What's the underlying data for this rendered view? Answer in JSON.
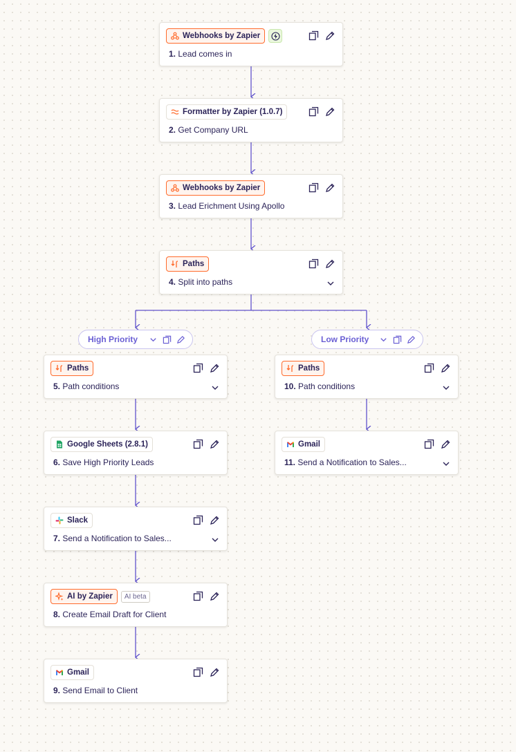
{
  "colors": {
    "connector": "#5f52cc",
    "orange_accent": "#ff6a2b",
    "path_label_text": "#6a5fd4",
    "node_text": "#2b2358"
  },
  "steps": [
    {
      "app": "Webhooks by Zapier",
      "icon": "webhook-icon",
      "num": "1.",
      "title": "Lead comes in",
      "trigger": true
    },
    {
      "app": "Formatter by Zapier (1.0.7)",
      "icon": "formatter-icon",
      "num": "2.",
      "title": "Get Company URL"
    },
    {
      "app": "Webhooks by Zapier",
      "icon": "webhook-icon",
      "num": "3.",
      "title": "Lead Erichment Using Apollo"
    },
    {
      "app": "Paths",
      "icon": "paths-icon",
      "num": "4.",
      "title": "Split into paths",
      "expandable": true
    },
    {
      "app": "Paths",
      "icon": "paths-icon",
      "num": "5.",
      "title": "Path conditions",
      "expandable": true
    },
    {
      "app": "Google Sheets (2.8.1)",
      "icon": "google-sheets-icon",
      "num": "6.",
      "title": "Save High Priority Leads"
    },
    {
      "app": "Slack",
      "icon": "slack-icon",
      "num": "7.",
      "title": "Send a Notification to Sales...",
      "expandable": true
    },
    {
      "app": "AI by Zapier",
      "icon": "ai-sparkle-icon",
      "num": "8.",
      "title": "Create Email Draft for Client",
      "beta": "AI beta"
    },
    {
      "app": "Gmail",
      "icon": "gmail-icon",
      "num": "9.",
      "title": "Send Email to Client"
    },
    {
      "app": "Paths",
      "icon": "paths-icon",
      "num": "10.",
      "title": "Path conditions",
      "expandable": true
    },
    {
      "app": "Gmail",
      "icon": "gmail-icon",
      "num": "11.",
      "title": "Send a Notification to Sales...",
      "expandable": true
    }
  ],
  "paths": [
    {
      "label": "High Priority"
    },
    {
      "label": "Low Priority"
    }
  ]
}
